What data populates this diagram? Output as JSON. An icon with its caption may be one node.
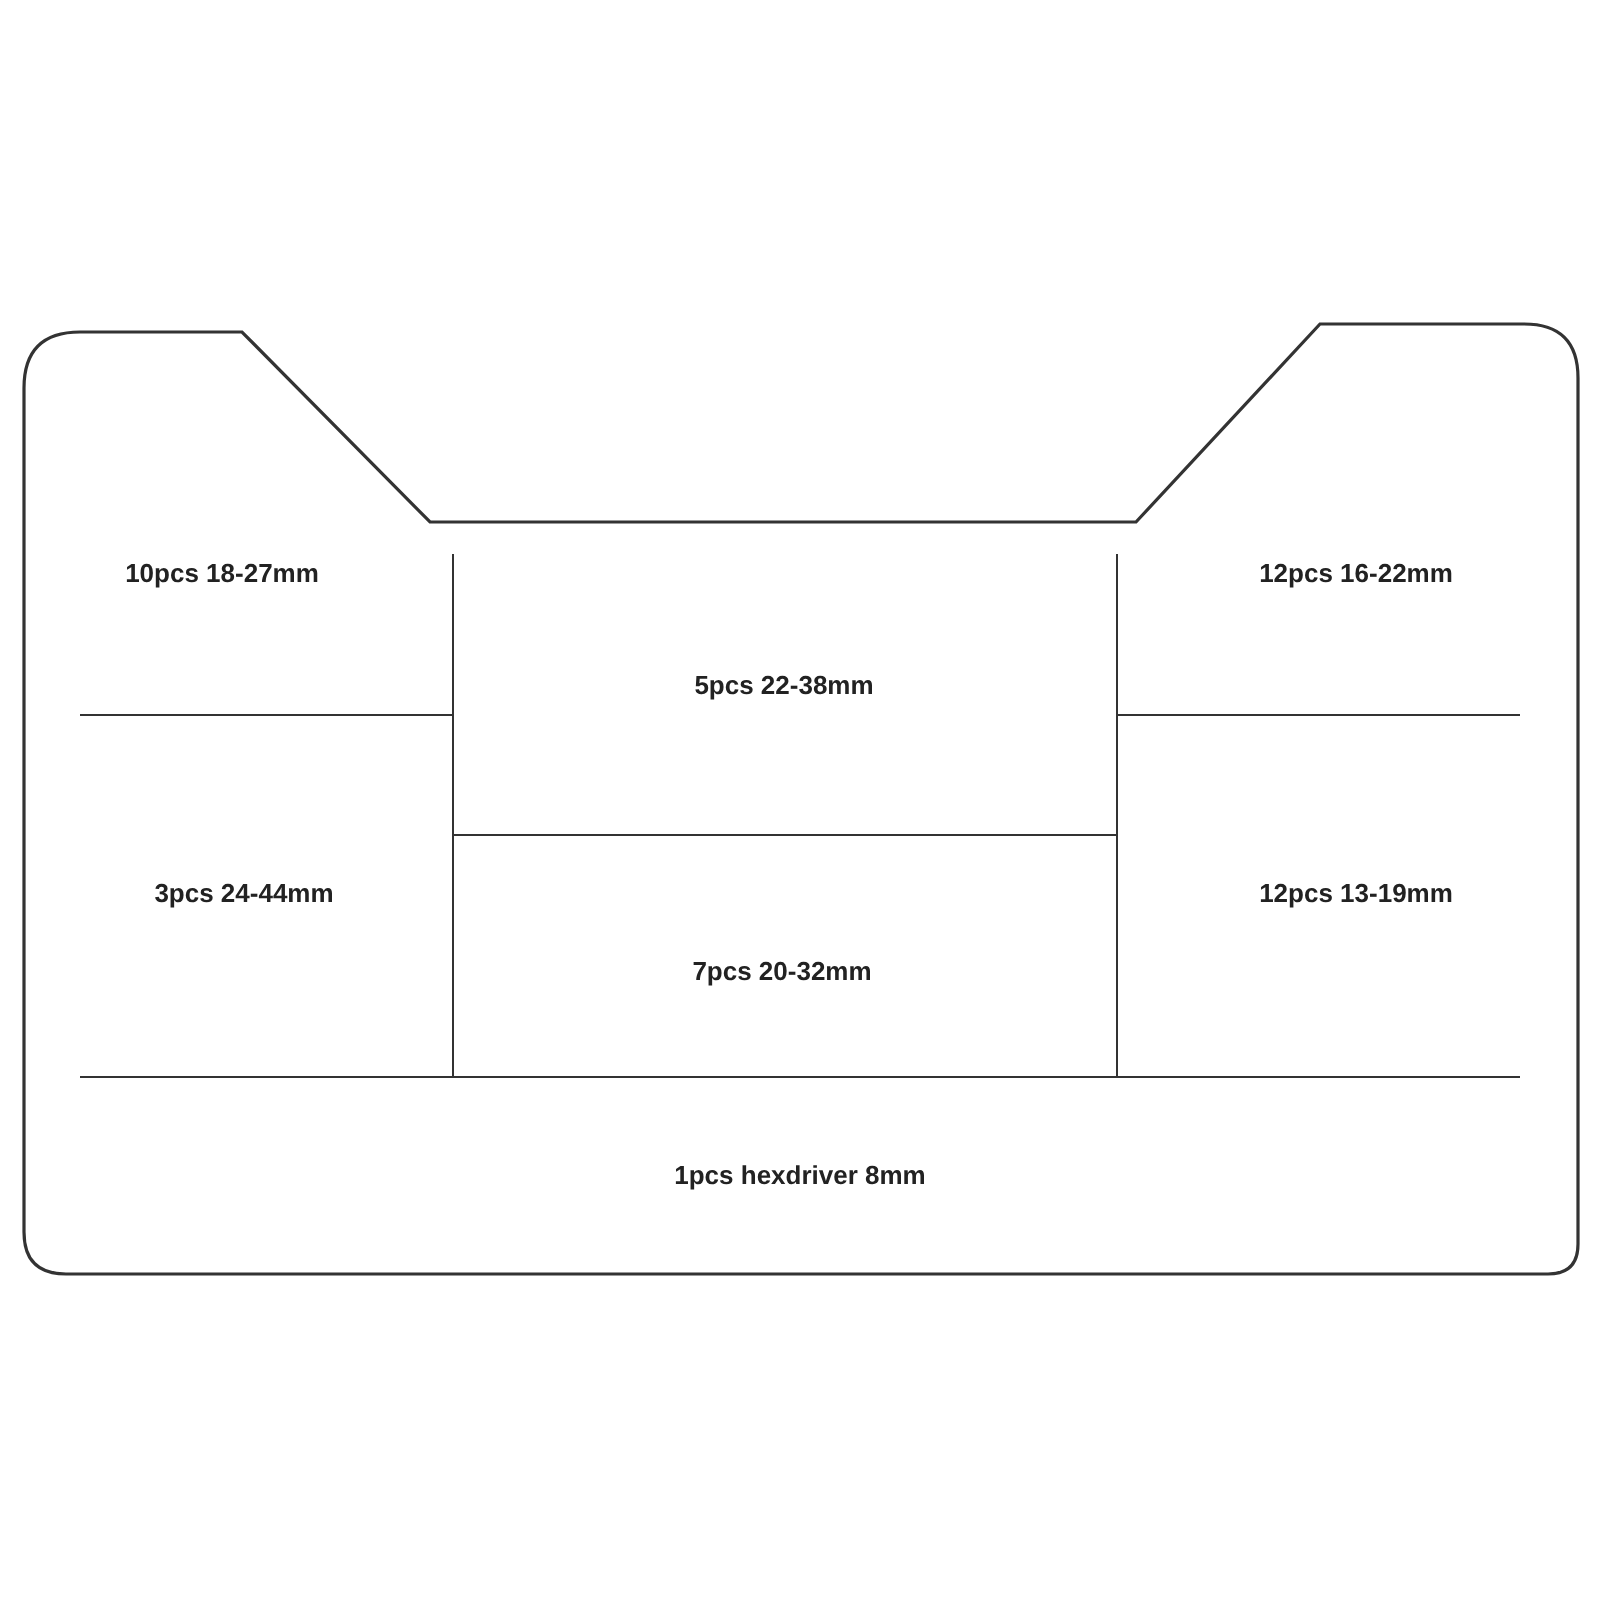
{
  "diagram": {
    "nodes": [
      {
        "text": [],
        "shape": "tray"
      },
      {
        "text": [
          "10pcs 18-27mm"
        ],
        "in": 0
      },
      {
        "text": [
          "5pcs 22-38mm"
        ],
        "in": 0
      },
      {
        "text": [
          "12pcs 16-22mm"
        ],
        "in": 0
      },
      {
        "text": [
          "3pcs 24-44mm"
        ],
        "in": 0
      },
      {
        "text": [
          "7pcs 20-32mm"
        ],
        "in": 0
      },
      {
        "text": [
          "12pcs 13-19mm"
        ],
        "in": 0
      },
      {
        "text": [
          "1pcs hexdriver 8mm"
        ],
        "in": 0
      }
    ]
  }
}
